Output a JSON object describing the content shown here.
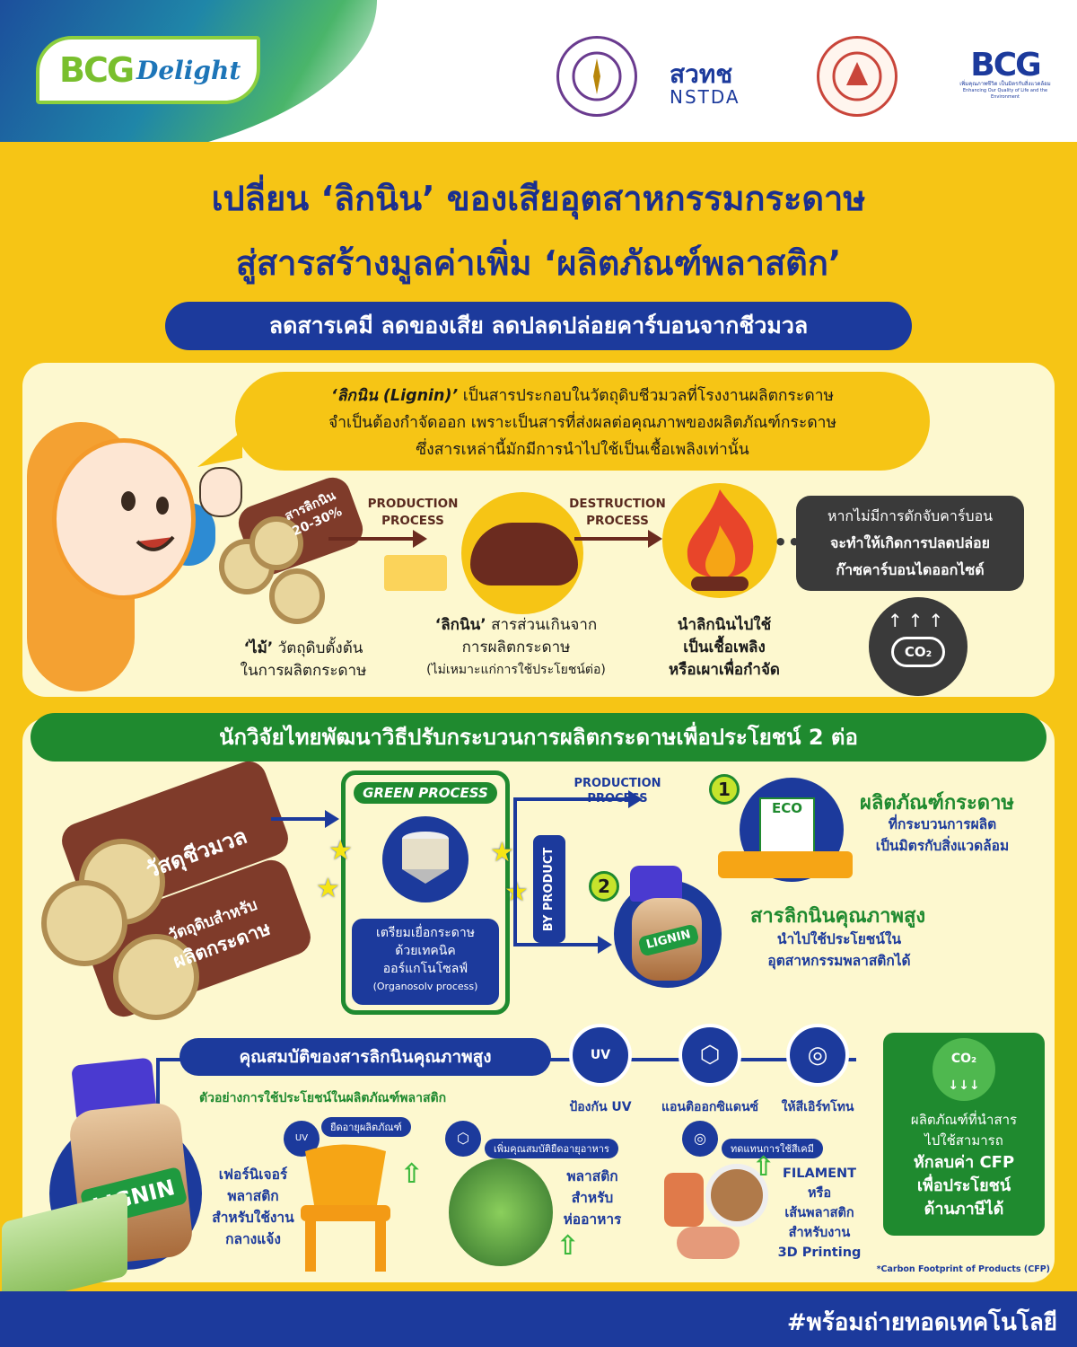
{
  "header": {
    "brand": "BCG",
    "brand_script": "Delight",
    "partner_nstda_thai": "สวทช",
    "partner_nstda": "NSTDA",
    "bcg_logo": "BCG",
    "bcg_tagline": "เพิ่มคุณภาพชีวิต เป็นมิตรกับสิ่งแวดล้อม",
    "bcg_tagline_en": "Enhancing Our Quality of Life and the Environment"
  },
  "title": {
    "line1": "เปลี่ยน ‘ลิกนิน’ ของเสียอุตสาหกรรมกระดาษ",
    "line2": "สู่สารสร้างมูลค่าเพิ่ม ‘ผลิตภัณฑ์พลาสติก’",
    "subtitle": "ลดสารเคมี ลดของเสีย ลดปลดปล่อยคาร์บอนจากชีวมวล"
  },
  "section1": {
    "bubble_title": "‘ลิกนิน (Lignin)’",
    "bubble_line1": " เป็นสารประกอบในวัตถุดิบชีวมวลที่โรงงานผลิตกระดาษ",
    "bubble_line2": "จำเป็นต้องกำจัดออก เพราะเป็นสารที่ส่งผลต่อคุณภาพของผลิตภัณฑ์กระดาษ",
    "bubble_line3": "ซึ่งสารเหล่านี้มักมีการนำไปใช้เป็นเชื้อเพลิงเท่านั้น",
    "log_label1": "สารลิกนิน",
    "log_label2": "20-30%",
    "production_process": "PRODUCTION PROCESS",
    "destruction_process": "DESTRUCTION PROCESS",
    "wood_caption_bold": "‘ไม้’",
    "wood_caption": " วัตถุดิบตั้งต้น",
    "wood_caption2": "ในการผลิตกระดาษ",
    "lignin_caption_bold": "‘ลิกนิน’",
    "lignin_caption": " สารส่วนเกินจาก",
    "lignin_caption2": "การผลิตกระดาษ",
    "lignin_caption3": "(ไม่เหมาะแก่การใช้ประโยชน์ต่อ)",
    "fuel_caption1": "นำลิกนินไปใช้",
    "fuel_caption2": "เป็นเชื้อเพลิง",
    "fuel_caption3": "หรือเผาเพื่อกำจัด",
    "dark_line1": "หากไม่มีการดักจับคาร์บอน",
    "dark_line2": "จะทำให้เกิดการปลดปล่อย",
    "dark_line3": "ก๊าซคาร์บอนไดออกไซด์",
    "co2": "CO₂"
  },
  "section2": {
    "banner": "นักวิจัยไทยพัฒนาวิธีปรับกระบวนการผลิตกระดาษเพื่อประโยชน์ 2 ต่อ",
    "log_label1": "วัสดุชีวมวล",
    "log_label2": "วัตถุดิบสำหรับ",
    "log_label3": "ผลิตกระดาษ",
    "green_process": "GREEN PROCESS",
    "green_desc1": "เตรียมเยื่อกระดาษ",
    "green_desc2": "ด้วยเทคนิค",
    "green_desc3": "ออร์แกโนโซลฟ์",
    "green_desc4": "(Organosolv process)",
    "production_process": "PRODUCTION PROCESS",
    "by_product": "BY PRODUCT",
    "num1": "1",
    "num2": "2",
    "eco": "ECO",
    "out1_title": "ผลิตภัณฑ์กระดาษ",
    "out1_desc1": "ที่กระบวนการผลิต",
    "out1_desc2": "เป็นมิตรกับสิ่งแวดล้อม",
    "lignin_label": "LIGNIN",
    "out2_title": "สารลิกนินคุณภาพสูง",
    "out2_desc1": "นำไปใช้ประโยชน์ใน",
    "out2_desc2": "อุตสาหกรรมพลาสติกได้",
    "props_title": "คุณสมบัติของสารลิกนินคุณภาพสูง",
    "props_sub": "ตัวอย่างการใช้ประโยชน์ในผลิตภัณฑ์พลาสติก",
    "prop1": "ป้องกัน UV",
    "prop2": "แอนติออกซิแดนซ์",
    "prop3": "ให้สีเอิร์ทโทน",
    "uv": "UV",
    "ex1_tag": "ยืดอายุผลิตภัณฑ์",
    "ex1_line1": "เฟอร์นิเจอร์",
    "ex1_line2": "พลาสติก",
    "ex1_line3": "สำหรับใช้งาน",
    "ex1_line4": "กลางแจ้ง",
    "ex2_tag": "เพิ่มคุณสมบัติยืดอายุอาหาร",
    "ex2_line1": "พลาสติก",
    "ex2_line2": "สำหรับ",
    "ex2_line3": "ห่ออาหาร",
    "ex3_tag": "ทดแทนการใช้สีเคมี",
    "ex3_line1": "FILAMENT",
    "ex3_line2": "หรือ",
    "ex3_line3": "เส้นพลาสติก",
    "ex3_line4": "สำหรับงาน",
    "ex3_line5": "3D Printing",
    "cfp_co2": "CO₂",
    "cfp_line1": "ผลิตภัณฑ์ที่นำสาร",
    "cfp_line2": "ไปใช้สามารถ",
    "cfp_line3": "หักลบค่า CFP",
    "cfp_line4": "เพื่อประโยชน์",
    "cfp_line5": "ด้านภาษีได้",
    "cfp_note": "*Carbon Footprint of Products (CFP)"
  },
  "footer": {
    "hashtag": "#พร้อมถ่ายทอดเทคโนโลยี"
  },
  "colors": {
    "yellow": "#f6c515",
    "navy": "#1c3a9c",
    "green": "#1f8a2f",
    "cream": "#fdf8cf",
    "wood": "#7f3b2a"
  }
}
